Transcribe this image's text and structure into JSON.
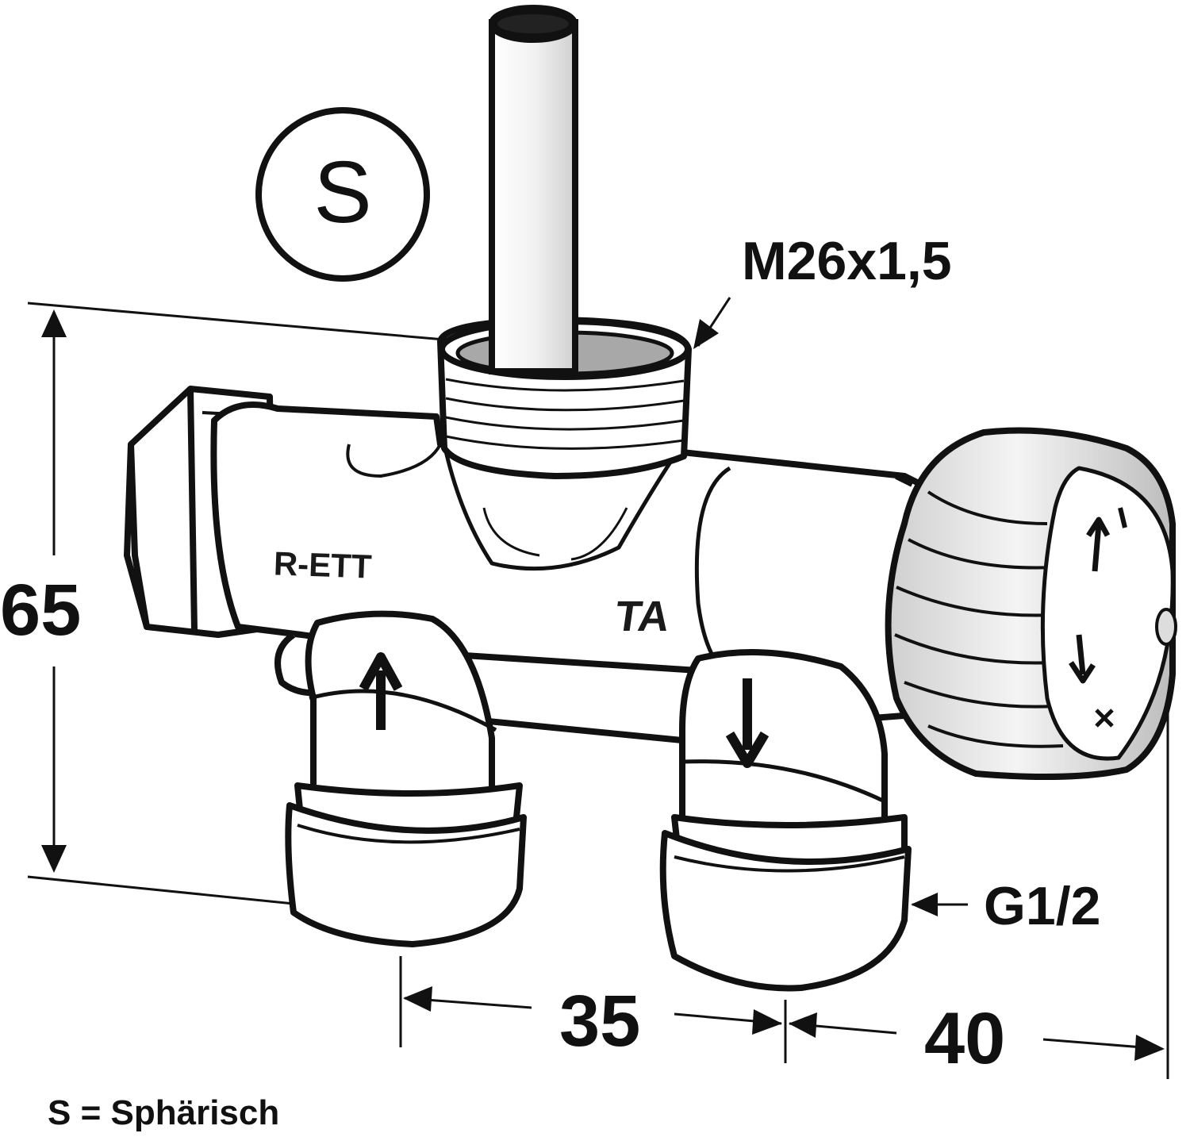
{
  "symbol": {
    "letter": "S"
  },
  "labels": {
    "thread_top": "M26x1,5",
    "thread_bottom": "G1/2",
    "height": "65",
    "spacing": "35",
    "offset": "40",
    "brand_left": "R-ETT",
    "brand_right": "TA"
  },
  "caption": "S = Sphärisch",
  "colors": {
    "line": "#111111",
    "fill": "#ffffff",
    "shade": "#d8d8d8",
    "dark": "#333333"
  }
}
